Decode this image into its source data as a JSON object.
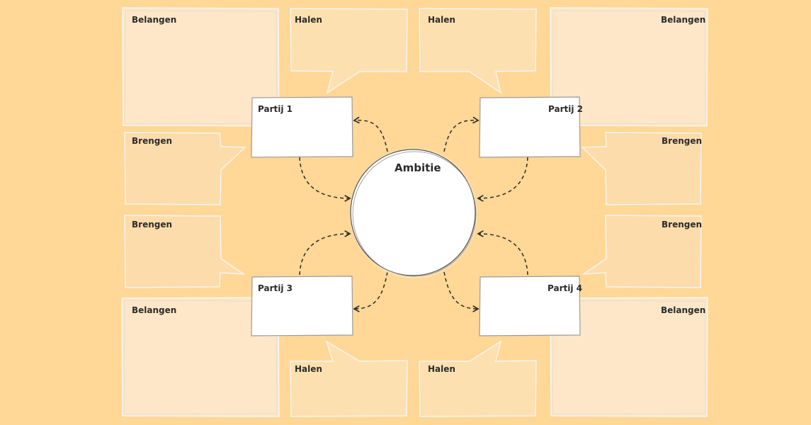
{
  "diagram": {
    "center": {
      "label": "Ambitie"
    },
    "parties": [
      {
        "label": "Partij 1"
      },
      {
        "label": "Partij 2"
      },
      {
        "label": "Partij 3"
      },
      {
        "label": "Partij 4"
      }
    ],
    "interests_label": "Belangen",
    "get_label": "Halen",
    "bring_label": "Brengen"
  },
  "colors": {
    "background": "#ffd796",
    "interests_fill": "#fde7c8",
    "get_fill": "#fde0b0",
    "bring_fill": "#fddcab",
    "card_fill": "#ffffff",
    "stroke": "#3a3a3a"
  }
}
